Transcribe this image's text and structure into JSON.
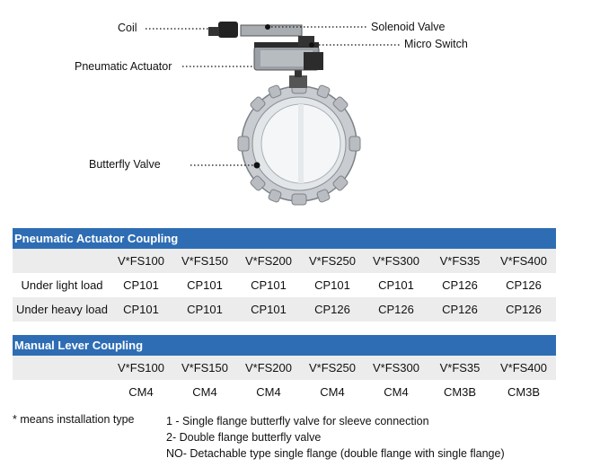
{
  "diagram": {
    "labels": {
      "coil": "Coil",
      "solenoid_valve": "Solenoid Valve",
      "micro_switch": "Micro Switch",
      "pneumatic_actuator": "Pneumatic Actuator",
      "butterfly_valve": "Butterfly Valve"
    }
  },
  "pneumatic_table": {
    "title": "Pneumatic Actuator Coupling",
    "headers": [
      "V*FS100",
      "V*FS150",
      "V*FS200",
      "V*FS250",
      "V*FS300",
      "V*FS35",
      "V*FS400"
    ],
    "rows": [
      {
        "label": "Under light load",
        "values": [
          "CP101",
          "CP101",
          "CP101",
          "CP101",
          "CP101",
          "CP126",
          "CP126"
        ]
      },
      {
        "label": "Under heavy load",
        "values": [
          "CP101",
          "CP101",
          "CP101",
          "CP126",
          "CP126",
          "CP126",
          "CP126"
        ]
      }
    ]
  },
  "manual_table": {
    "title": "Manual Lever Coupling",
    "headers": [
      "V*FS100",
      "V*FS150",
      "V*FS200",
      "V*FS250",
      "V*FS300",
      "V*FS35",
      "V*FS400"
    ],
    "rows": [
      {
        "label": "",
        "values": [
          "CM4",
          "CM4",
          "CM4",
          "CM4",
          "CM4",
          "CM3B",
          "CM3B"
        ]
      }
    ]
  },
  "notes": {
    "asterisk": "* means installation type",
    "items": [
      "1 - Single flange butterfly valve for sleeve connection",
      "2- Double flange butterfly valve",
      "NO- Detachable type single flange (double flange with single flange)"
    ]
  },
  "colors": {
    "header_blue": "#2e6db4",
    "row_shade": "#ececec",
    "valve_body": "#c9ccd0",
    "disc": "#f4f6f8"
  }
}
